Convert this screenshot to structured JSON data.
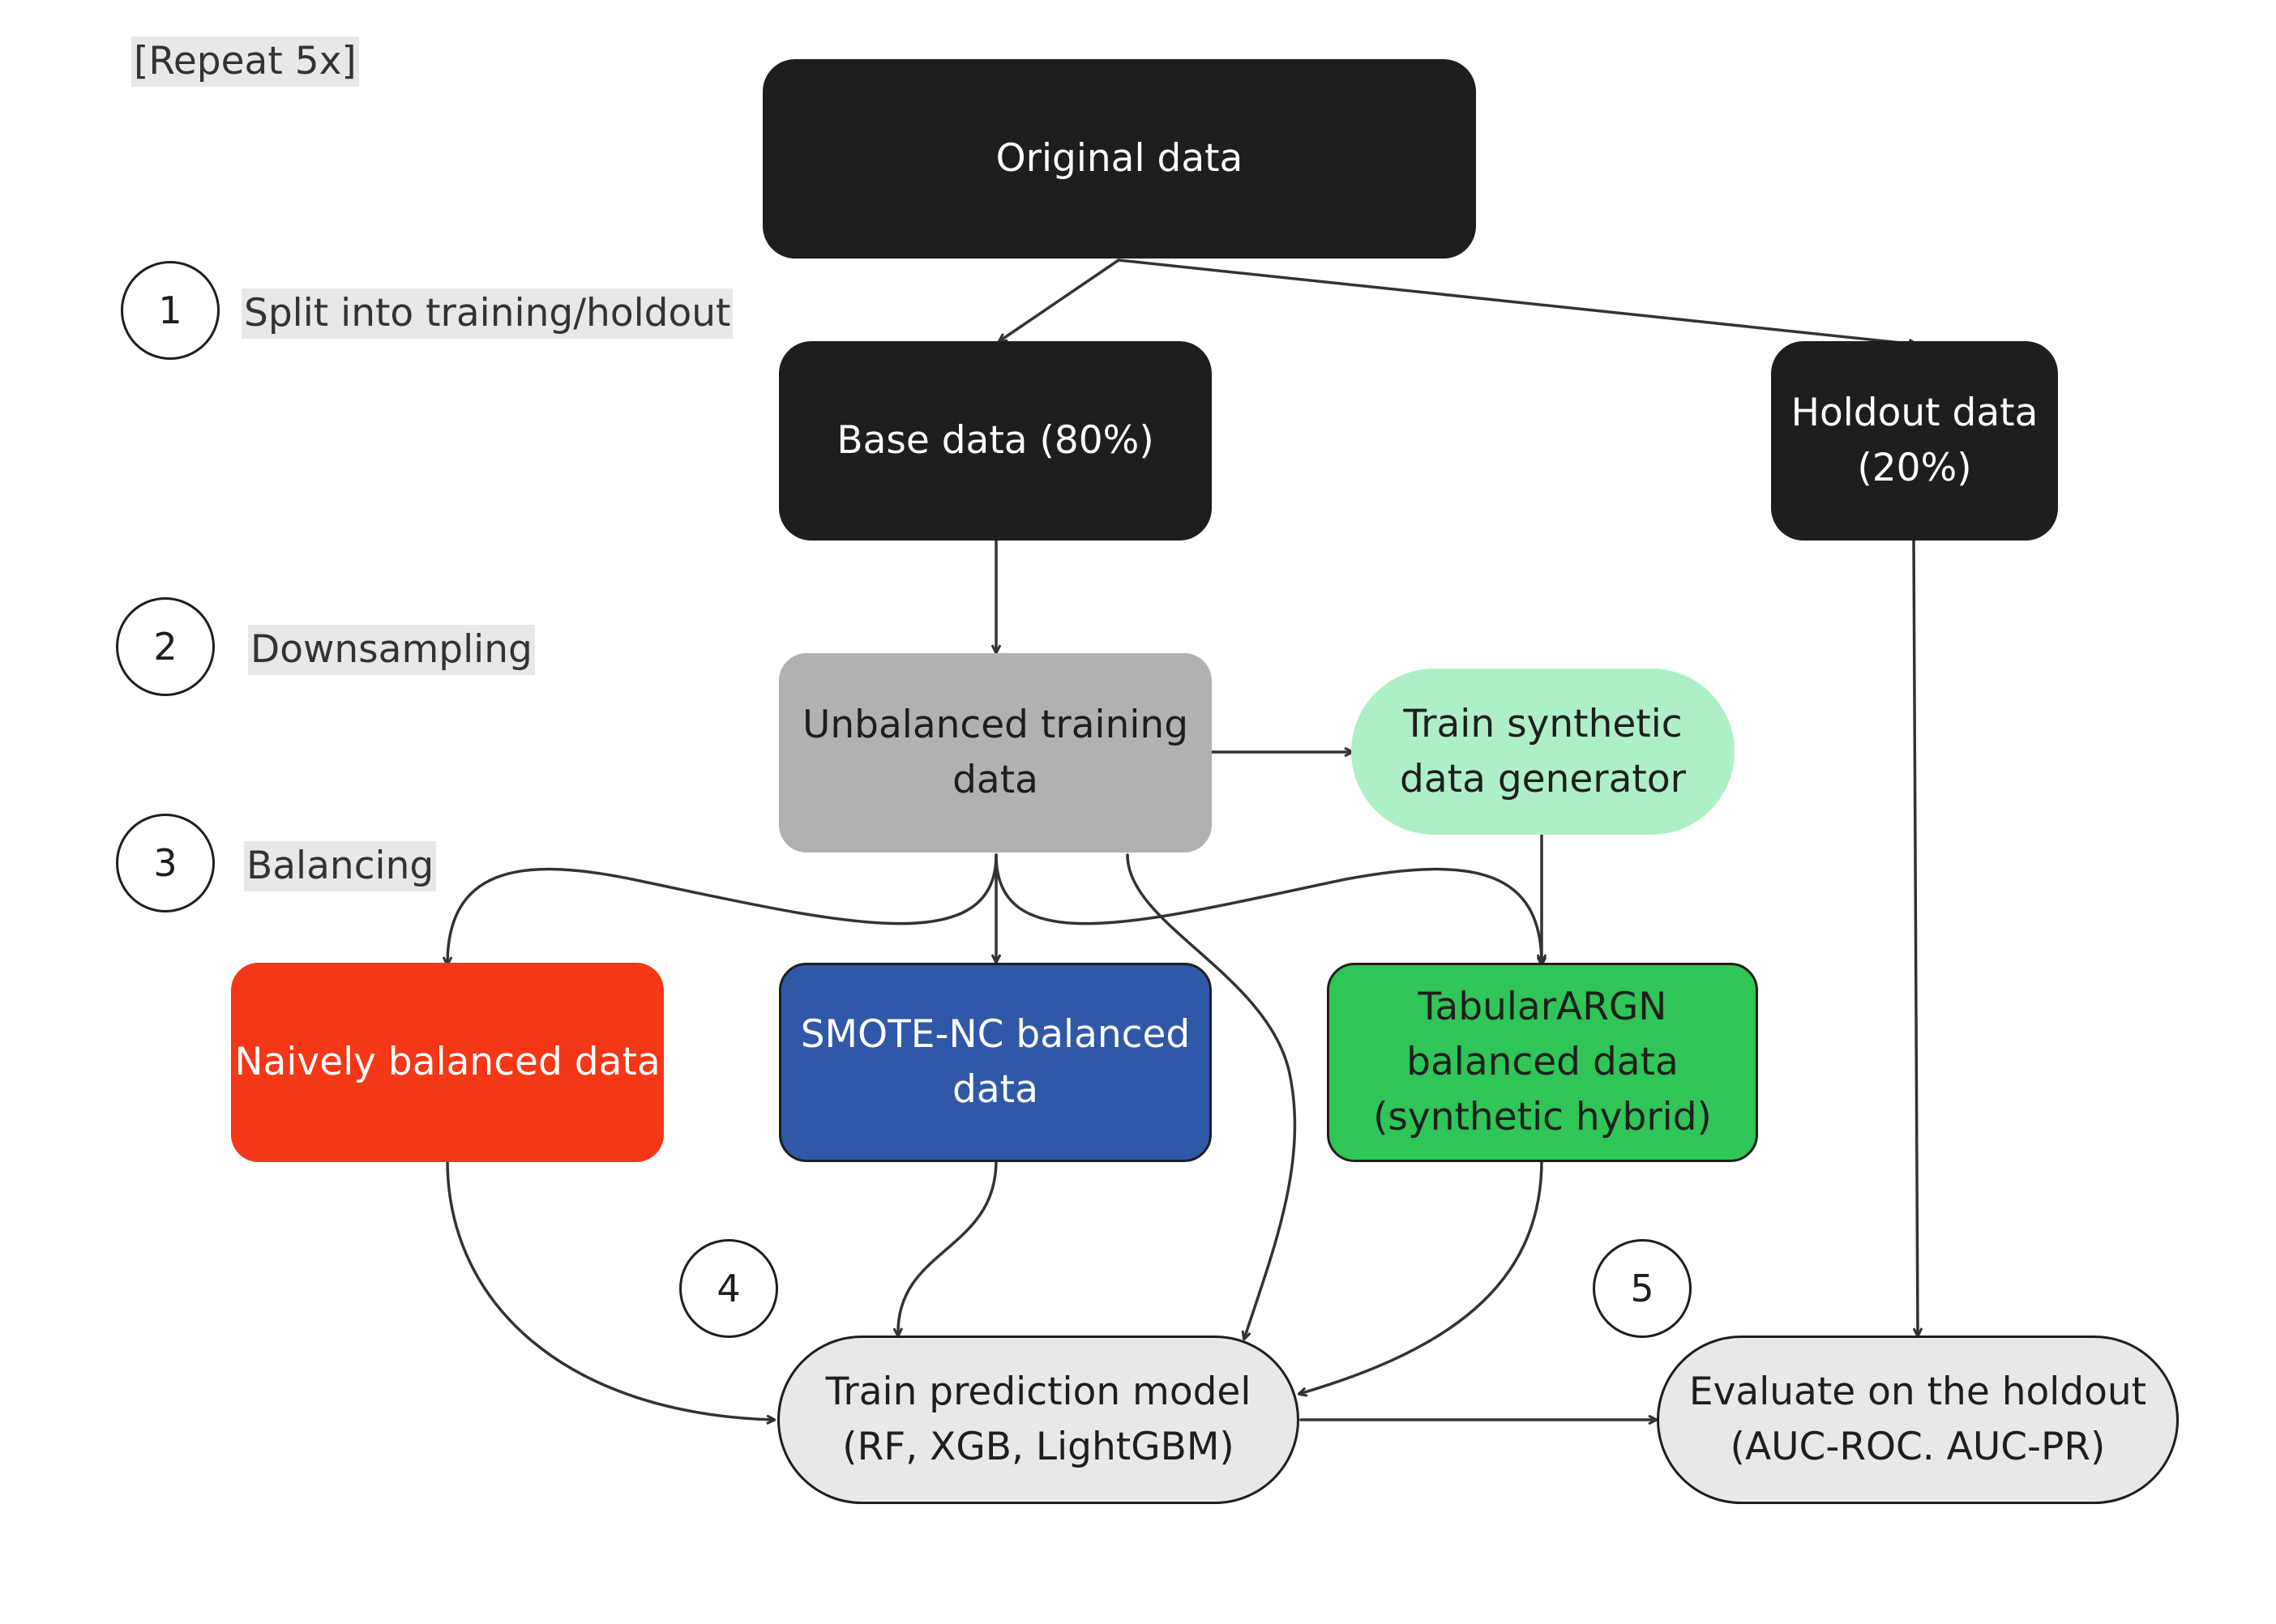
{
  "header": {
    "repeat_label": "[Repeat 5x]"
  },
  "steps": [
    {
      "number": "1",
      "label": "Split into training/holdout"
    },
    {
      "number": "2",
      "label": "Downsampling"
    },
    {
      "number": "3",
      "label": "Balancing"
    },
    {
      "number": "4"
    },
    {
      "number": "5"
    }
  ],
  "nodes": {
    "original": "Original data",
    "base": "Base data (80%)",
    "holdout": "Holdout data\n(20%)",
    "unbalanced": "Unbalanced training\ndata",
    "generator": "Train synthetic\ndata generator",
    "naive": "Naively balanced data",
    "smote": "SMOTE-NC balanced\ndata",
    "tabular": "TabularARGN\nbalanced data\n(synthetic hybrid)",
    "train": "Train prediction model\n(RF, XGB, LightGBM)",
    "evaluate": "Evaluate on the holdout\n(AUC-ROC. AUC-PR)"
  },
  "colors": {
    "dark": "#1e1e1e",
    "grey": "#b1b1b1",
    "mint": "#adf0c7",
    "red": "#f43716",
    "blue": "#2f58a8",
    "green": "#2fc557",
    "light": "#e8e8e8",
    "connector": "#333333"
  }
}
